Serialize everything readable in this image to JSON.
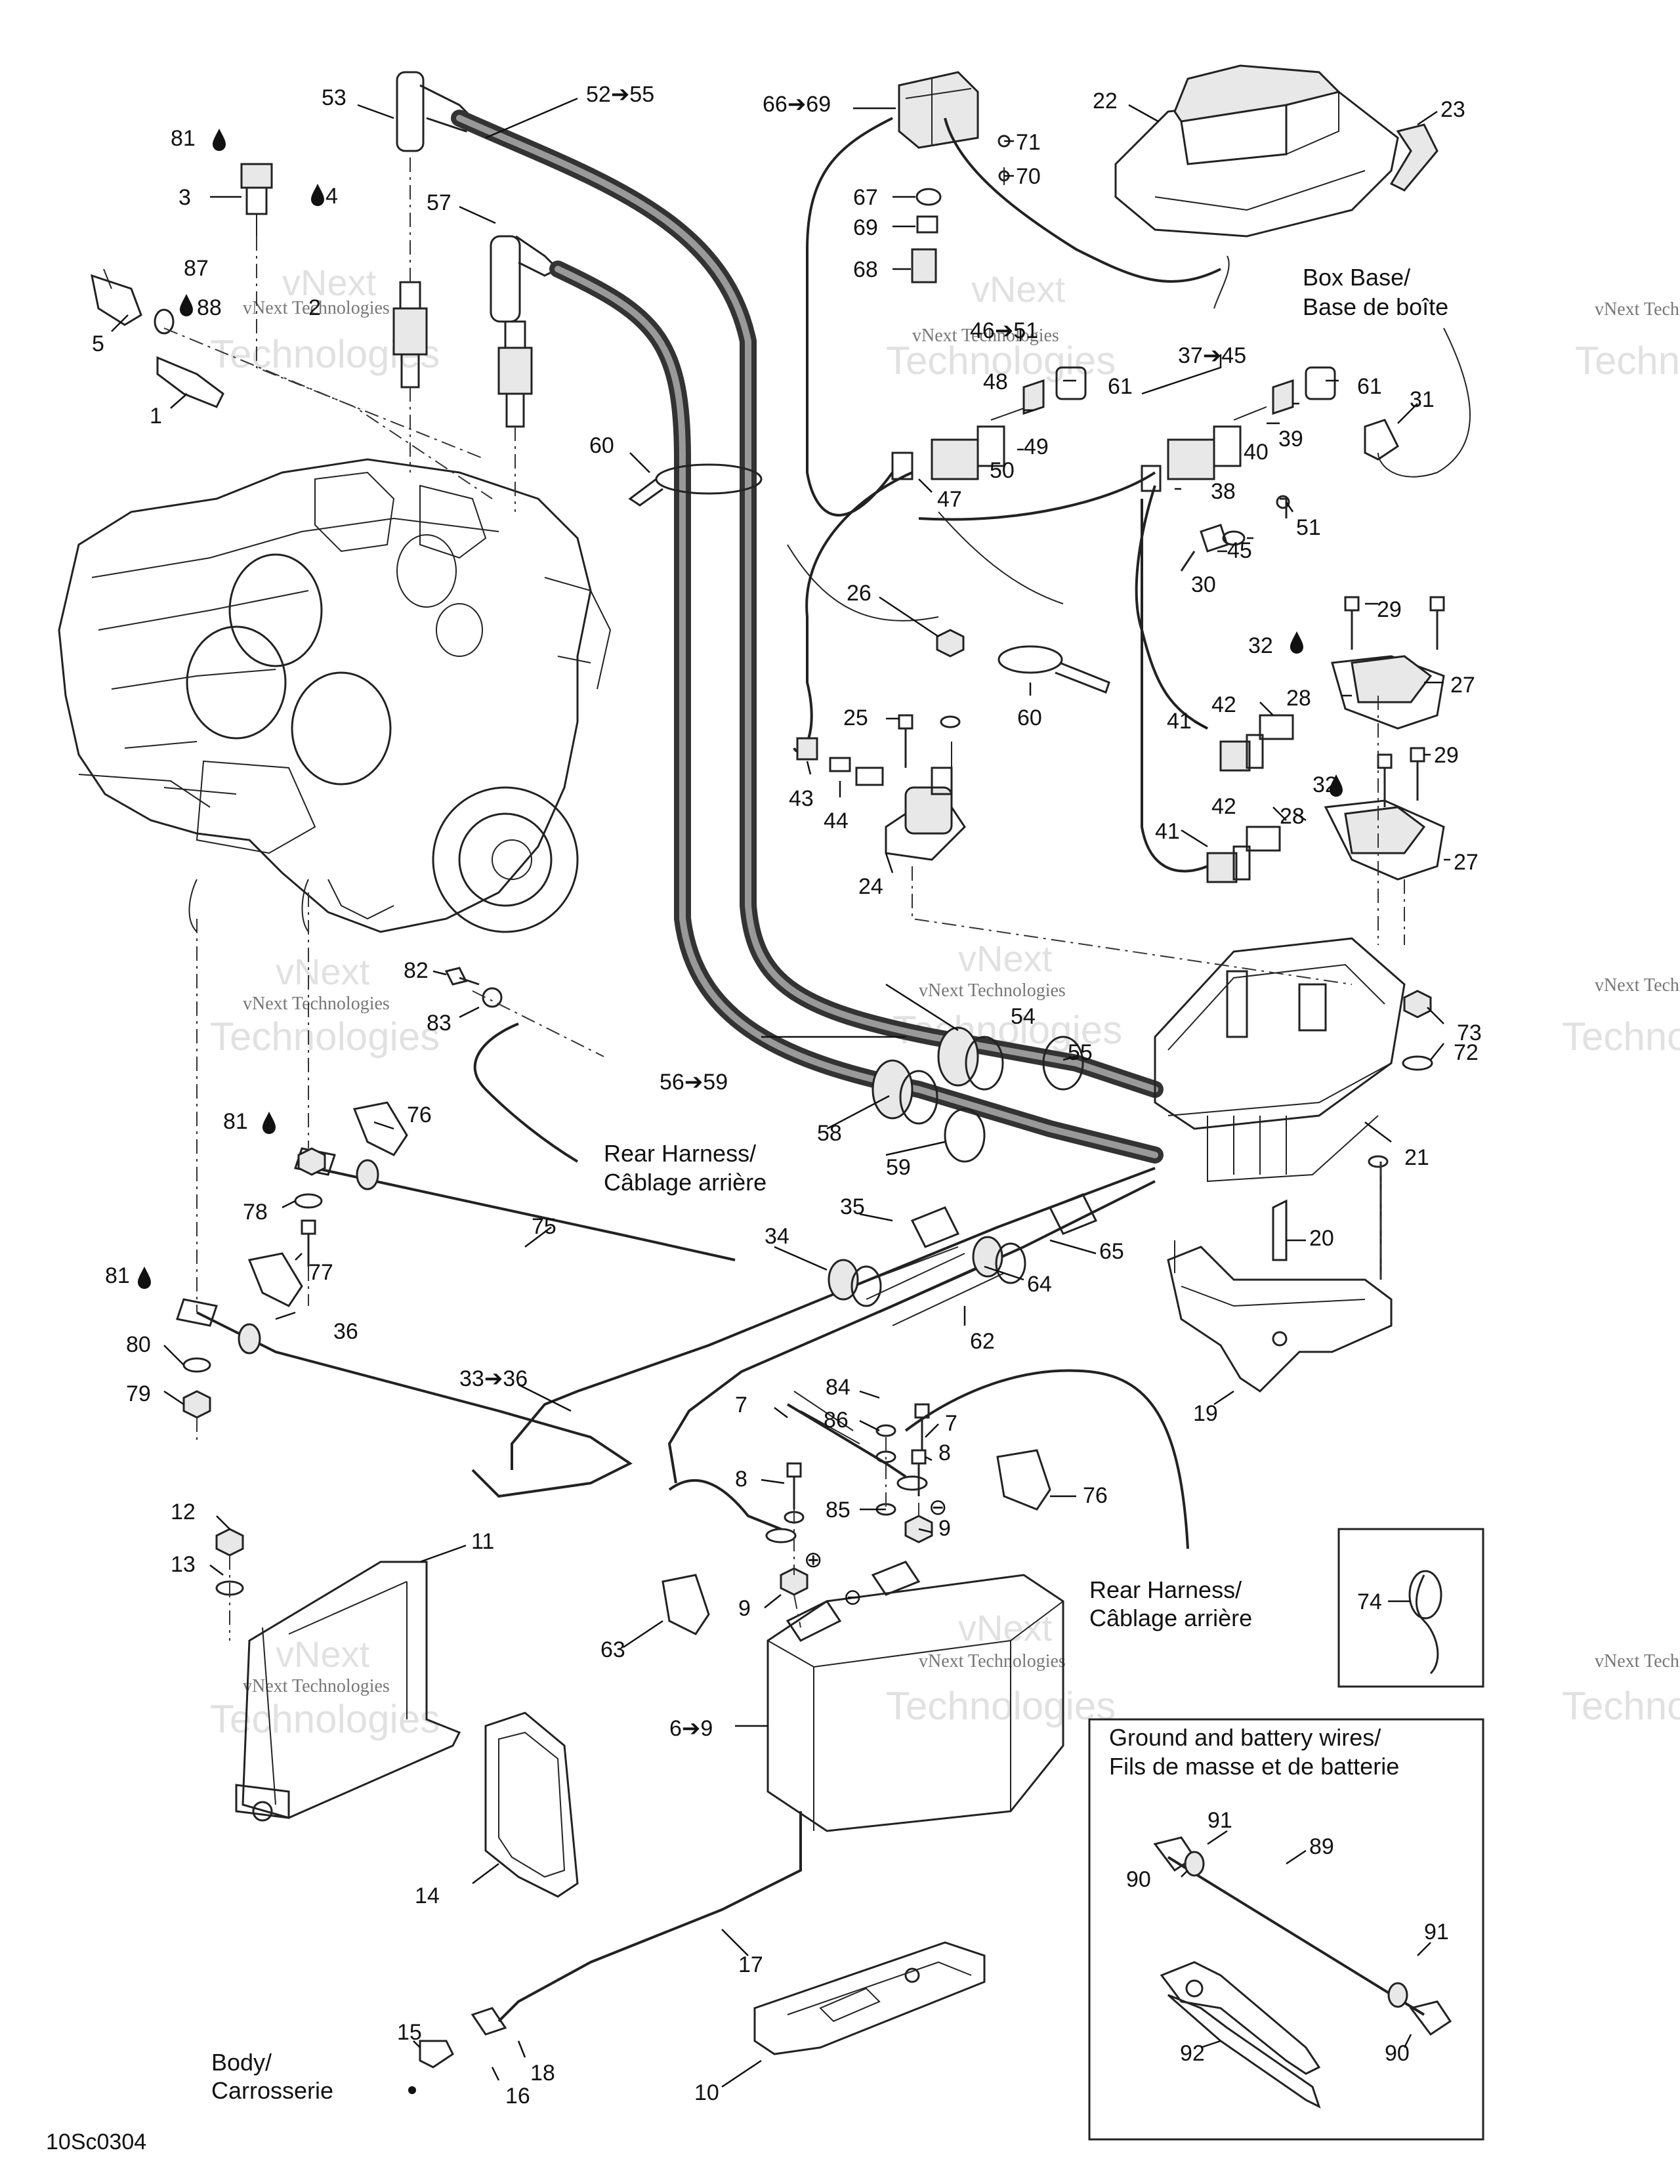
{
  "diagram_code": "10Sc0304",
  "watermark": {
    "line1": "vNext Technologies",
    "line2": "vNext",
    "line3": "Technologies"
  },
  "notes": {
    "box_base": [
      "Box Base/",
      "Base de boîte"
    ],
    "rear_harness_1": [
      "Rear Harness/",
      "Câblage arrière"
    ],
    "rear_harness_2": [
      "Rear Harness/",
      "Câblage arrière"
    ],
    "body": [
      "Body/",
      "Carrosserie"
    ],
    "ground_battery": [
      "Ground and battery wires/",
      "Fils de masse et de batterie"
    ]
  },
  "callouts": {
    "c53": "53",
    "c52": "52➔55",
    "c6669": "66➔69",
    "c22": "22",
    "c23": "23",
    "c81a": "81",
    "c3": "3",
    "c4": "4",
    "c57": "57",
    "c71": "71",
    "c70": "70",
    "c67": "67",
    "c69": "69",
    "c68": "68",
    "c87": "87",
    "c88": "88",
    "c5": "5",
    "c2": "2",
    "c1": "1",
    "c4651": "46➔51",
    "c48": "48",
    "c61a": "61",
    "c3745": "37➔45",
    "c61b": "61",
    "c31": "31",
    "c60a": "60",
    "c49": "49",
    "c50": "50",
    "c47": "47",
    "c40": "40",
    "c39": "39",
    "c38": "38",
    "c51": "51",
    "c30": "30",
    "c45": "45",
    "c29a": "29",
    "c26": "26",
    "c32a": "32",
    "c27a": "27",
    "c28a": "28",
    "c60b": "60",
    "c42a": "42",
    "c25": "25",
    "c41a": "41",
    "c29b": "29",
    "c43": "43",
    "c44": "44",
    "c32b": "32",
    "c42b": "42",
    "c28b": "28",
    "c41b": "41",
    "c24": "24",
    "c27b": "27",
    "c82": "82",
    "c83": "83",
    "c54": "54",
    "c73": "73",
    "c72": "72",
    "c5659": "56➔59",
    "c55": "55",
    "c58": "58",
    "c59": "59",
    "c21": "21",
    "c81b": "81",
    "c76a": "76",
    "c78": "78",
    "c35": "35",
    "c75": "75",
    "c77": "77",
    "c34": "34",
    "c65": "65",
    "c20": "20",
    "c64": "64",
    "c81c": "81",
    "c36": "36",
    "c62": "62",
    "c80": "80",
    "c3336": "33➔36",
    "c79": "79",
    "c84": "84",
    "c86": "86",
    "c7a": "7",
    "c7b": "7",
    "c8a": "8",
    "c8b": "8",
    "c19": "19",
    "c85": "85",
    "c9a": "9",
    "c76b": "76",
    "c12": "12",
    "c11": "11",
    "c13": "13",
    "c9b": "9",
    "c74": "74",
    "c63": "63",
    "c69b": "6➔9",
    "c91a": "91",
    "c89": "89",
    "c90a": "90",
    "c14": "14",
    "c91b": "91",
    "c17": "17",
    "c92": "92",
    "c90b": "90",
    "c15": "15",
    "c18": "18",
    "c10": "10",
    "c16": "16"
  },
  "symbols": {
    "plus": "⊕",
    "minus": "⊖",
    "drop": "oil-drop-icon"
  }
}
